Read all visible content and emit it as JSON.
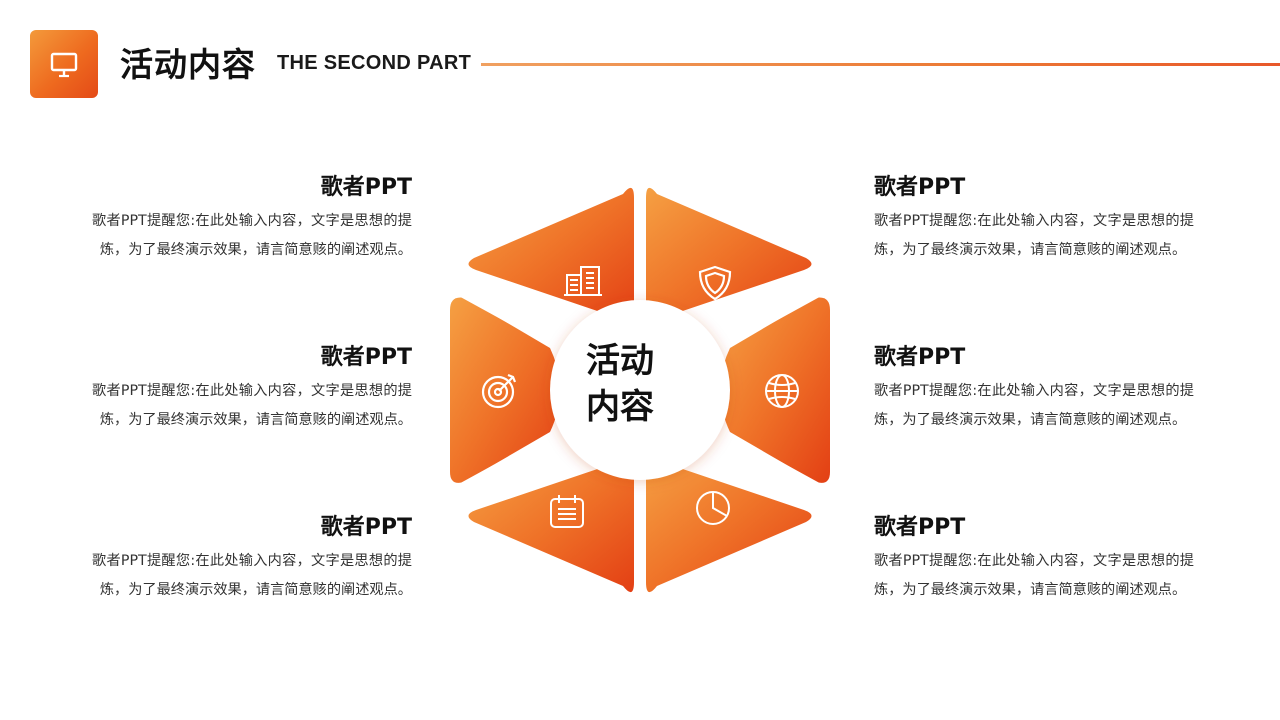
{
  "header": {
    "title": "活动内容",
    "subtitle": "THE SECOND PART",
    "icon": "presentation-board-icon"
  },
  "center": {
    "line1": "活动",
    "line2": "内容"
  },
  "colors": {
    "accent_light": "#f39a3b",
    "accent_mid": "#ee6a1f",
    "accent_dark": "#e44a17"
  },
  "left_items": [
    {
      "title": "歌者PPT",
      "body": "歌者PPT提醒您:在此处输入内容，文字是思想的提炼，为了最终演示效果，请言简意赅的阐述观点。"
    },
    {
      "title": "歌者PPT",
      "body": "歌者PPT提醒您:在此处输入内容，文字是思想的提炼，为了最终演示效果，请言简意赅的阐述观点。"
    },
    {
      "title": "歌者PPT",
      "body": "歌者PPT提醒您:在此处输入内容，文字是思想的提炼，为了最终演示效果，请言简意赅的阐述观点。"
    }
  ],
  "right_items": [
    {
      "title": "歌者PPT",
      "body": "歌者PPT提醒您:在此处输入内容，文字是思想的提炼，为了最终演示效果，请言简意赅的阐述观点。"
    },
    {
      "title": "歌者PPT",
      "body": "歌者PPT提醒您:在此处输入内容，文字是思想的提炼，为了最终演示效果，请言简意赅的阐述观点。"
    },
    {
      "title": "歌者PPT",
      "body": "歌者PPT提醒您:在此处输入内容，文字是思想的提炼，为了最终演示效果，请言简意赅的阐述观点。"
    }
  ],
  "segments": [
    {
      "icon": "building-icon"
    },
    {
      "icon": "shield-icon"
    },
    {
      "icon": "globe-icon"
    },
    {
      "icon": "pie-chart-icon"
    },
    {
      "icon": "calendar-icon"
    },
    {
      "icon": "target-icon"
    }
  ]
}
